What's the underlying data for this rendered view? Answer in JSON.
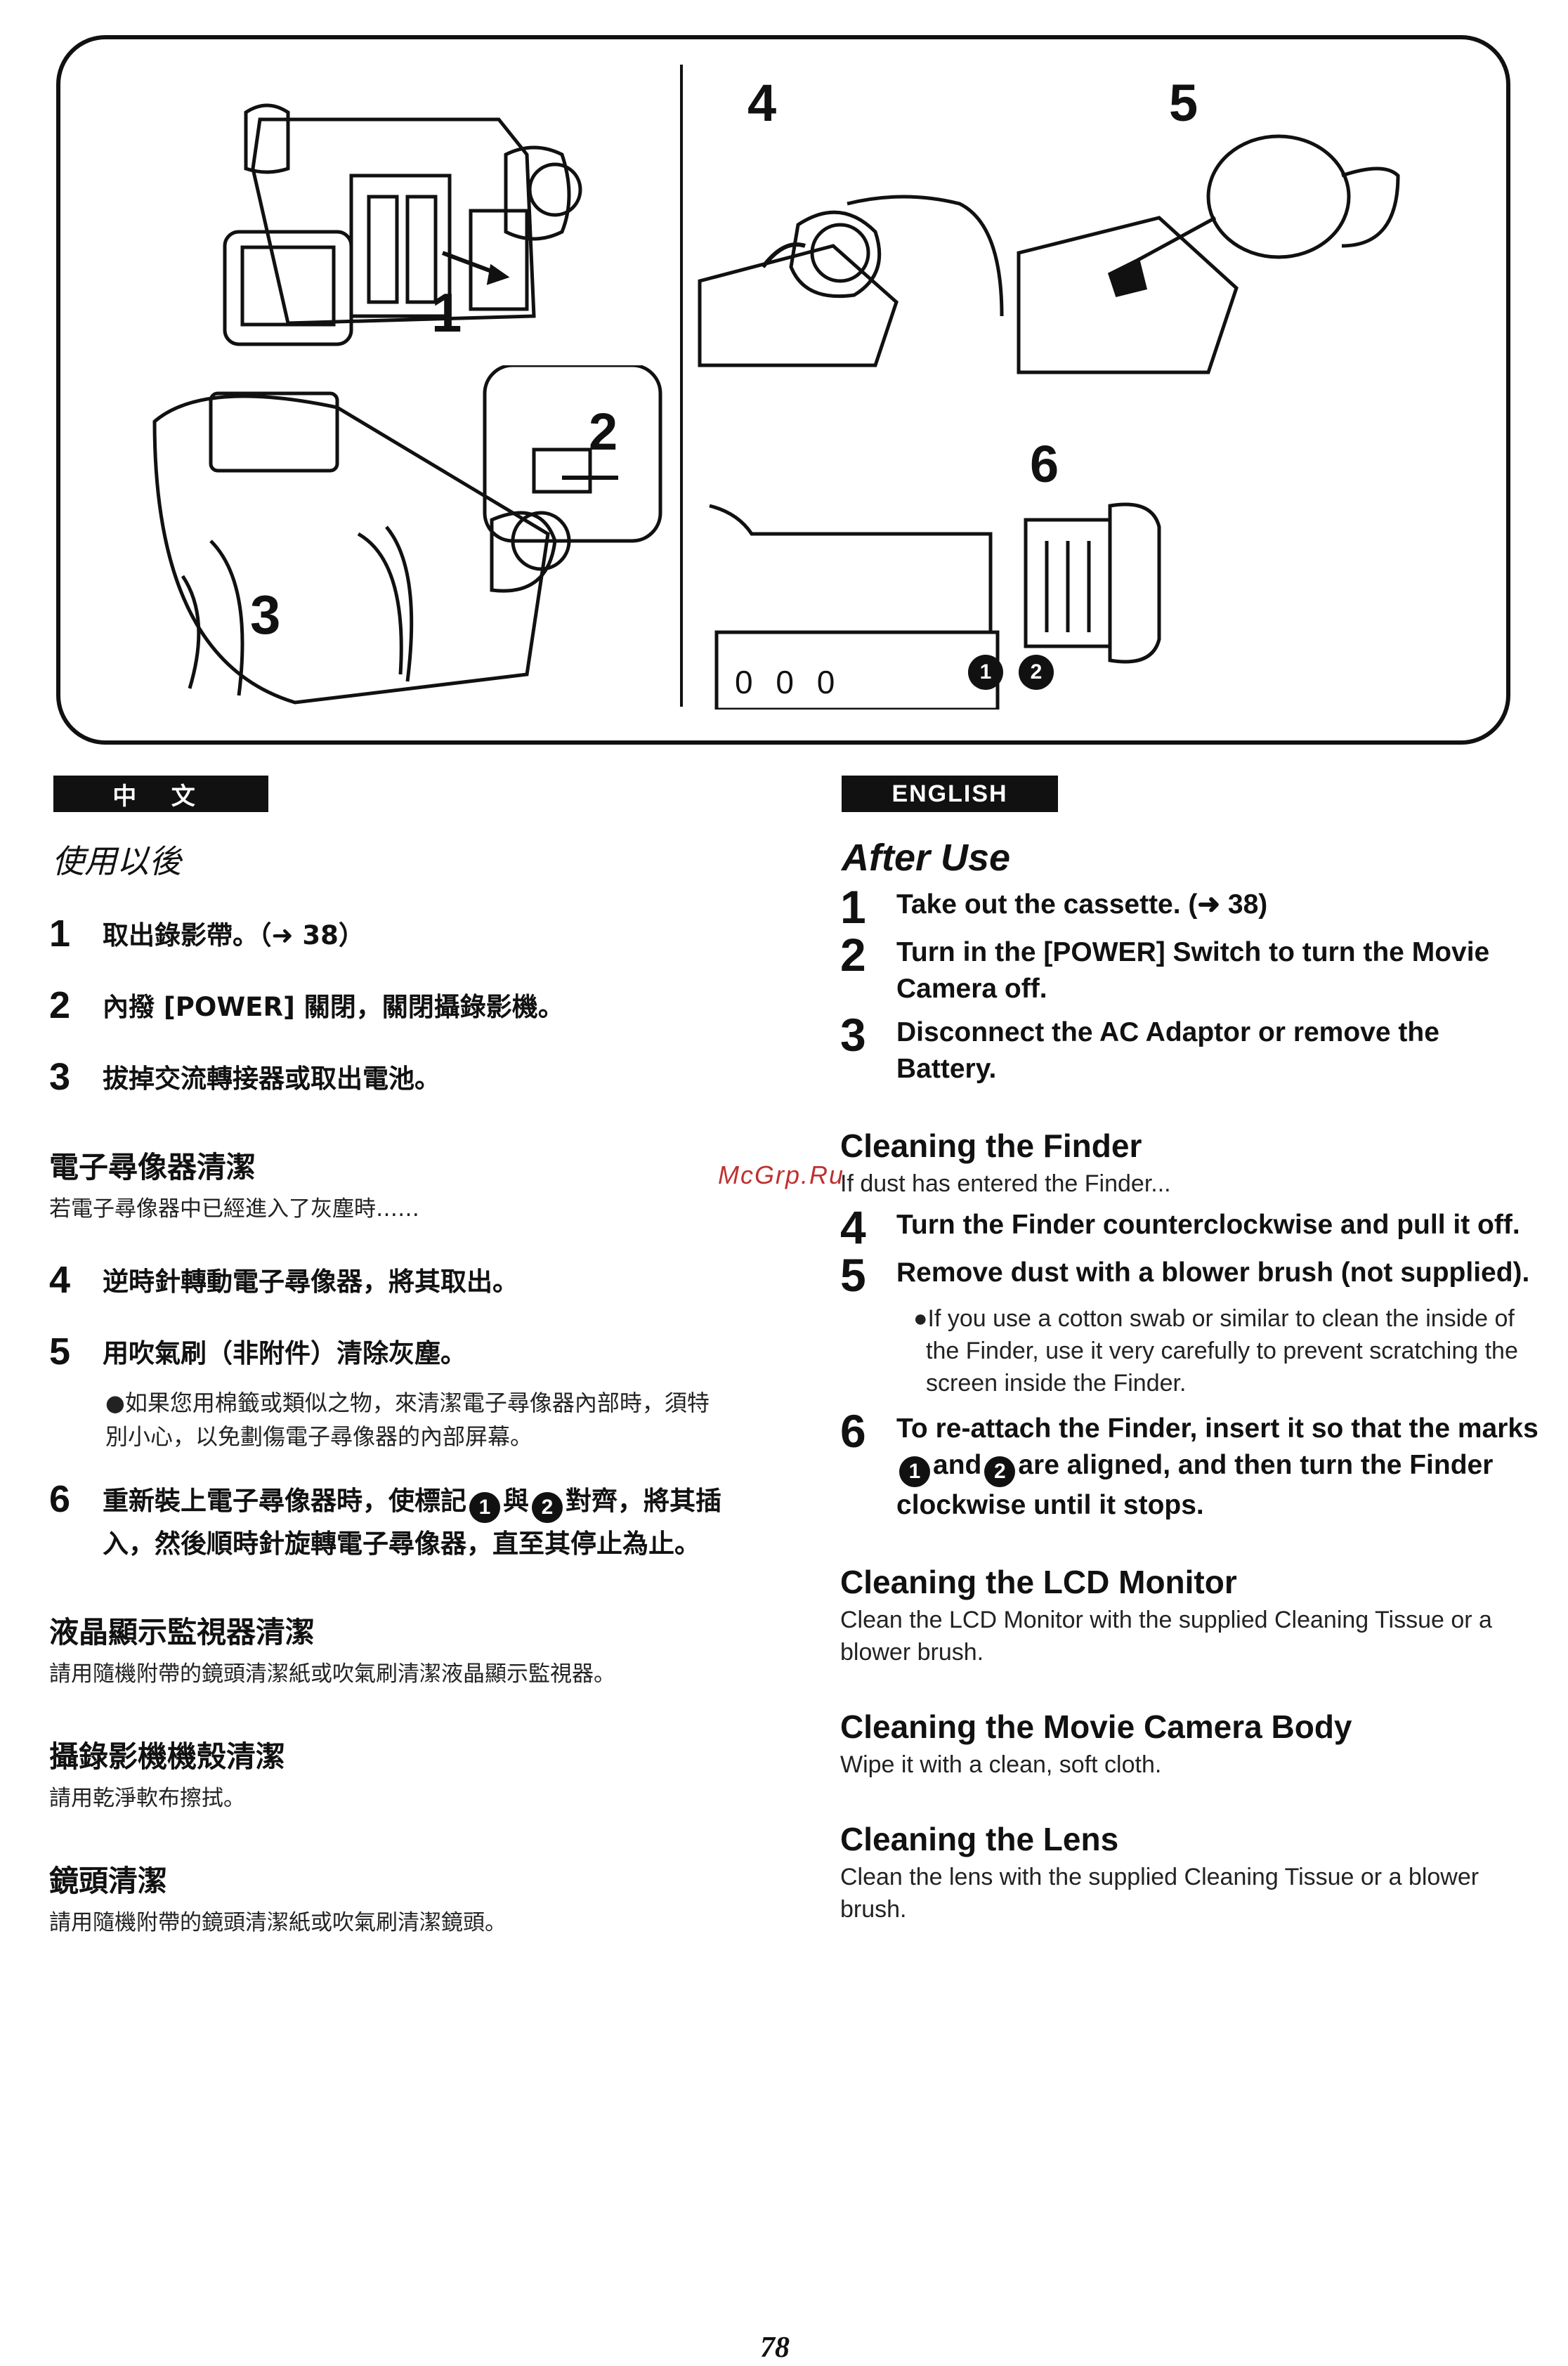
{
  "figure": {
    "step_labels": [
      "1",
      "2",
      "3",
      "4",
      "5",
      "6"
    ],
    "markers": [
      "1",
      "2"
    ],
    "indicator_text": "0 0 0"
  },
  "zh": {
    "tab": "中 文",
    "title": "使用以後",
    "steps": [
      {
        "num": "1",
        "text": "取出錄影帶。（➜ 38）"
      },
      {
        "num": "2",
        "text": "內撥 [POWER] 關閉，關閉攝錄影機。"
      },
      {
        "num": "3",
        "text": "拔掉交流轉接器或取出電池。"
      }
    ],
    "finder_head": "電子尋像器清潔",
    "finder_intro": "若電子尋像器中已經進入了灰塵時……",
    "step4": {
      "num": "4",
      "text": "逆時針轉動電子尋像器，將其取出。"
    },
    "step5": {
      "num": "5",
      "text": "用吹氣刷（非附件）清除灰塵。"
    },
    "step5_bullet": "●如果您用棉籤或類似之物，來清潔電子尋像器內部時，須特別小心，以免劃傷電子尋像器的內部屏幕。",
    "step6": {
      "num": "6",
      "text_a": "重新裝上電子尋像器時，使標記",
      "text_b": "與",
      "text_c": "對齊，將其插入，然後順時針旋轉電子尋像器，直至其停止為止。",
      "mark1": "1",
      "mark2": "2"
    },
    "lcd_head": "液晶顯示監視器清潔",
    "lcd_body": "請用隨機附帶的鏡頭清潔紙或吹氣刷清潔液晶顯示監視器。",
    "body_head": "攝錄影機機殼清潔",
    "body_body": "請用乾淨軟布擦拭。",
    "lens_head": "鏡頭清潔",
    "lens_body": "請用隨機附帶的鏡頭清潔紙或吹氣刷清潔鏡頭。"
  },
  "en": {
    "tab": "ENGLISH",
    "title": "After Use",
    "steps": [
      {
        "num": "1",
        "text": "Take out the cassette. (➜ 38)"
      },
      {
        "num": "2",
        "text": "Turn in the [POWER] Switch to turn the Movie Camera off."
      },
      {
        "num": "3",
        "text": "Disconnect the AC Adaptor or remove the Battery."
      }
    ],
    "finder_head": "Cleaning the Finder",
    "finder_intro": "If dust has entered the Finder...",
    "step4": {
      "num": "4",
      "text": "Turn the Finder counterclockwise and pull it off."
    },
    "step5": {
      "num": "5",
      "text": "Remove dust with a blower brush (not supplied)."
    },
    "step5_bullet": "●If you use a cotton swab or similar to clean the inside of the Finder, use it very carefully to prevent scratching the screen inside the Finder.",
    "step6": {
      "num": "6",
      "text_a": "To re-attach the Finder, insert it so that the marks",
      "text_b": "and",
      "text_c": "are aligned, and then turn the Finder clockwise until it stops.",
      "mark1": "1",
      "mark2": "2"
    },
    "lcd_head": "Cleaning the LCD Monitor",
    "lcd_body": "Clean the LCD Monitor with the supplied Cleaning Tissue or a blower brush.",
    "body_head": "Cleaning the Movie Camera Body",
    "body_body": "Wipe it with a clean, soft cloth.",
    "lens_head": "Cleaning the Lens",
    "lens_body": "Clean the lens with the supplied Cleaning Tissue or a blower brush."
  },
  "watermark": "McGrp.Ru",
  "page_number": "78"
}
